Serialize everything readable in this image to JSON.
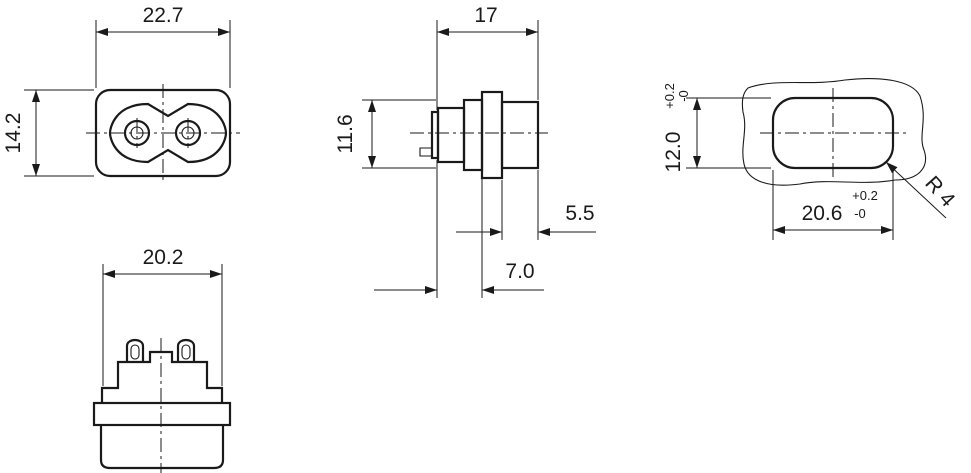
{
  "dimensions": {
    "front_width": "22.7",
    "front_height": "14.2",
    "side_depth": "17",
    "side_height": "11.6",
    "side_flange_gap": "5.5",
    "side_pin_length": "7.0",
    "bottom_width": "20.2",
    "cutout_height": "12.0",
    "cutout_height_tol_upper": "+0.2",
    "cutout_height_tol_lower": "-0",
    "cutout_width": "20.6",
    "cutout_width_tol_upper": "+0.2",
    "cutout_width_tol_lower": "-0",
    "cutout_radius": "R 4"
  }
}
